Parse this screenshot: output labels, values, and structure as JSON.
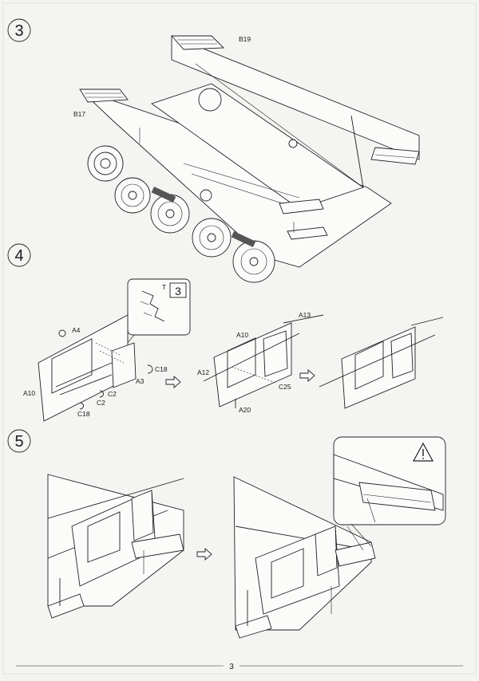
{
  "page": {
    "number": "3",
    "background": "#f4f4f2",
    "ink": "#1a1a1a"
  },
  "steps": [
    {
      "number": "3",
      "parts": [
        "B19",
        "B17"
      ]
    },
    {
      "number": "4",
      "parts": [
        "A4",
        "C18",
        "A10",
        "C2",
        "C2",
        "C18",
        "A3",
        "A13",
        "A10",
        "A12",
        "C25",
        "A20"
      ],
      "callout": {
        "text": "T",
        "ref": "3"
      }
    },
    {
      "number": "5",
      "warning_icon": "warning-triangle-icon"
    }
  ]
}
